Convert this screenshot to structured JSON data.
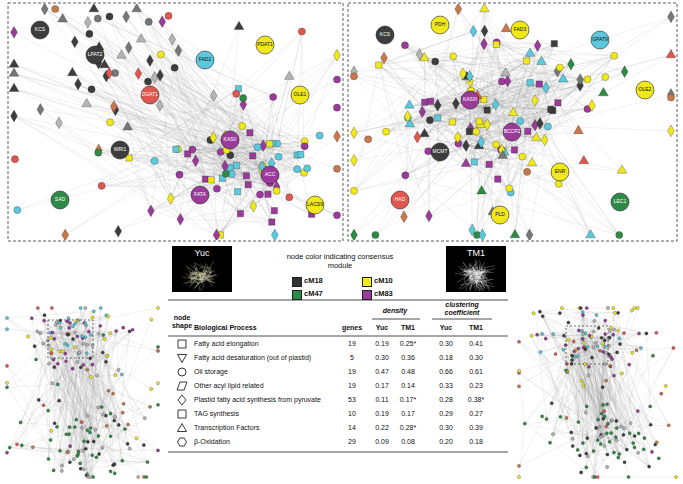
{
  "diagram": {
    "nodes": [
      {
        "text": [
          "Yuc"
        ]
      },
      {
        "text": [
          "TM1"
        ]
      }
    ],
    "labels": [
      "KCS",
      "LPAT2",
      "DGAT1",
      "FAD2",
      "PDAT1",
      "OLE1",
      "KASII",
      "ACC",
      "FATA",
      "WRI1",
      "LACS9",
      "SAD",
      "KCS",
      "PDH",
      "FAD3",
      "GPAT9",
      "OLE2",
      "KASIII",
      "BCCP2",
      "MCMT",
      "ENR",
      "HAD",
      "LEC1",
      "PLD",
      "node color indicating consensus module",
      "node shape",
      "Biological Process",
      "genes",
      "density",
      "clustering coefficient",
      "Yuc",
      "TM1",
      "Yuc",
      "TM1",
      "Fatty acid elongation",
      "19",
      "0.19",
      "0.25*",
      "0.30",
      "0.41",
      "Fatty acid desaturation (out of plastid)",
      "5",
      "0.30",
      "0.36",
      "0.18",
      "0.30",
      "Oil storage",
      "19",
      "0.47",
      "0.48",
      "0.66",
      "0.61",
      "Other acyl lipid related",
      "19",
      "0.17",
      "0.14",
      "0.33",
      "0.23",
      "Plastid fatty acid synthesis from pyruvate",
      "53",
      "0.11",
      "0.17*",
      "0.28",
      "0.38*",
      "TAG synthesis",
      "10",
      "0.19",
      "0.17",
      "0.29",
      "0.27",
      "Transcription Factors",
      "14",
      "0.22",
      "0.28*",
      "0.30",
      "0.39",
      "β-Oxidation",
      "29",
      "0.09",
      "0.08",
      "0.20",
      "0.18"
    ],
    "legend": [
      {
        "text": "cM18",
        "color": "#333333"
      },
      {
        "text": "cM10",
        "color": "#f0e81a"
      },
      {
        "text": "cM47",
        "color": "#2f8a47"
      },
      {
        "text": "cM83",
        "color": "#9b3a9b"
      }
    ]
  }
}
